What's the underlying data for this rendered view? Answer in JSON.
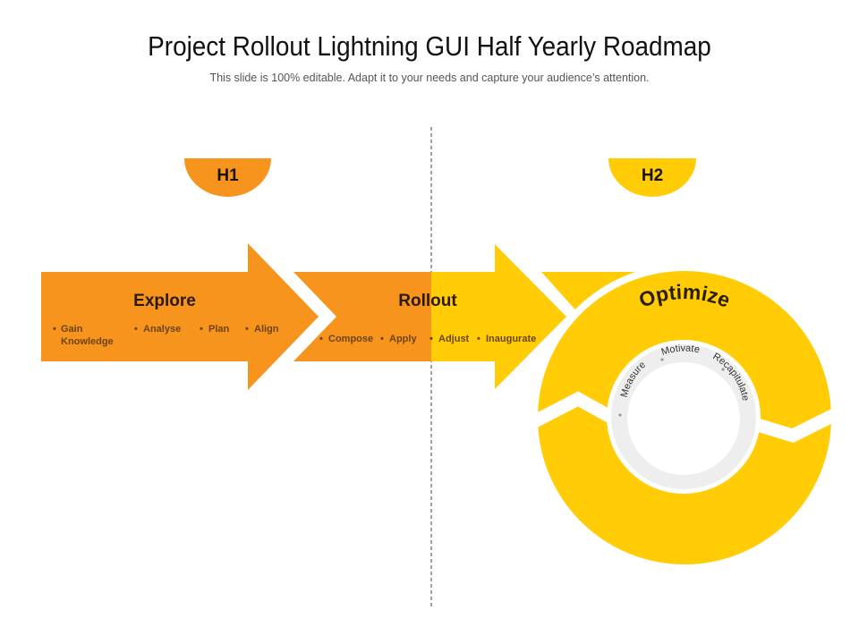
{
  "header": {
    "title": "Project Rollout Lightning GUI Half Yearly Roadmap",
    "subtitle": "This slide is 100% editable. Adapt it to your needs and capture your audience’s attention."
  },
  "colors": {
    "orange": "#F7941E",
    "yellow": "#FFCC05",
    "ring_inner_band": "#EEEEEE",
    "divider": "#444444"
  },
  "halves": [
    {
      "label": "H1",
      "color": "#F7941E"
    },
    {
      "label": "H2",
      "color": "#FFCC05"
    }
  ],
  "stages": [
    {
      "title": "Explore",
      "bullets": [
        "Gain",
        "Knowledge",
        "Analyse",
        "Plan",
        "Align"
      ]
    },
    {
      "title": "Rollout",
      "bullets": [
        "Compose",
        "Apply",
        "Adjust",
        "Inaugurate"
      ]
    },
    {
      "title": "Optimize",
      "inner_items": [
        "Measure",
        "Motivate",
        "Recapitulate"
      ]
    }
  ],
  "bullet_char": "•"
}
